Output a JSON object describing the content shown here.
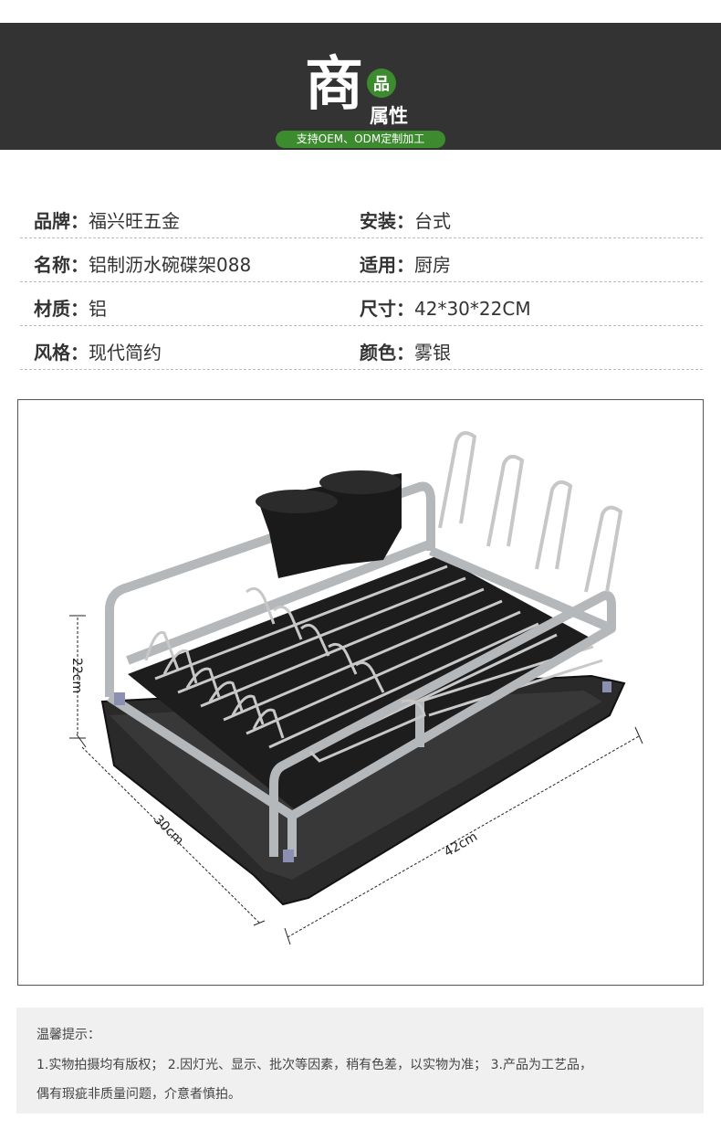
{
  "header": {
    "big_char": "商",
    "circle_char": "品",
    "sub_title": "属性",
    "pill_text": "支持OEM、ODM定制加工"
  },
  "specs": {
    "rows": [
      {
        "left_key": "品牌：",
        "left_val": "福兴旺五金",
        "right_key": "安装：",
        "right_val": "台式"
      },
      {
        "left_key": "名称：",
        "left_val": "铝制沥水碗碟架088",
        "right_key": "适用：",
        "right_val": "厨房"
      },
      {
        "left_key": "材质：",
        "left_val": "铝",
        "right_key": "尺寸：",
        "right_val": "42*30*22CM"
      },
      {
        "left_key": "风格：",
        "left_val": "现代简约",
        "right_key": "颜色：",
        "right_val": "雾银"
      }
    ]
  },
  "dimensions": {
    "height": "22cm",
    "depth": "30cm",
    "width": "42cm"
  },
  "notes": {
    "title": "温馨提示：",
    "line1": "1.实物拍摄均有版权；   2.因灯光、显示、批次等因素，稍有色差，以实物为准；   3.产品为工艺品，",
    "line2": "偶有瑕疵非质量问题，介意者慎拍。"
  },
  "colors": {
    "banner": "#333333",
    "accent_green": "#3d8b2f",
    "notes_bg": "#f0f0f0"
  }
}
